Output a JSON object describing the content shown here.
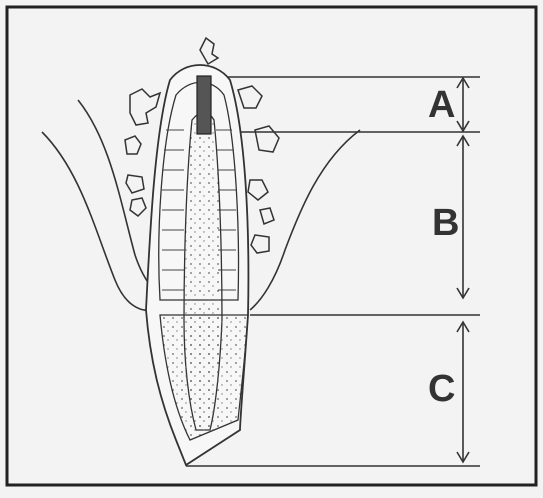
{
  "labels": {
    "a": "A",
    "b": "B",
    "c": "C"
  },
  "colors": {
    "background": "#f3f3f3",
    "ink": "#333333",
    "cap": "#555555"
  }
}
